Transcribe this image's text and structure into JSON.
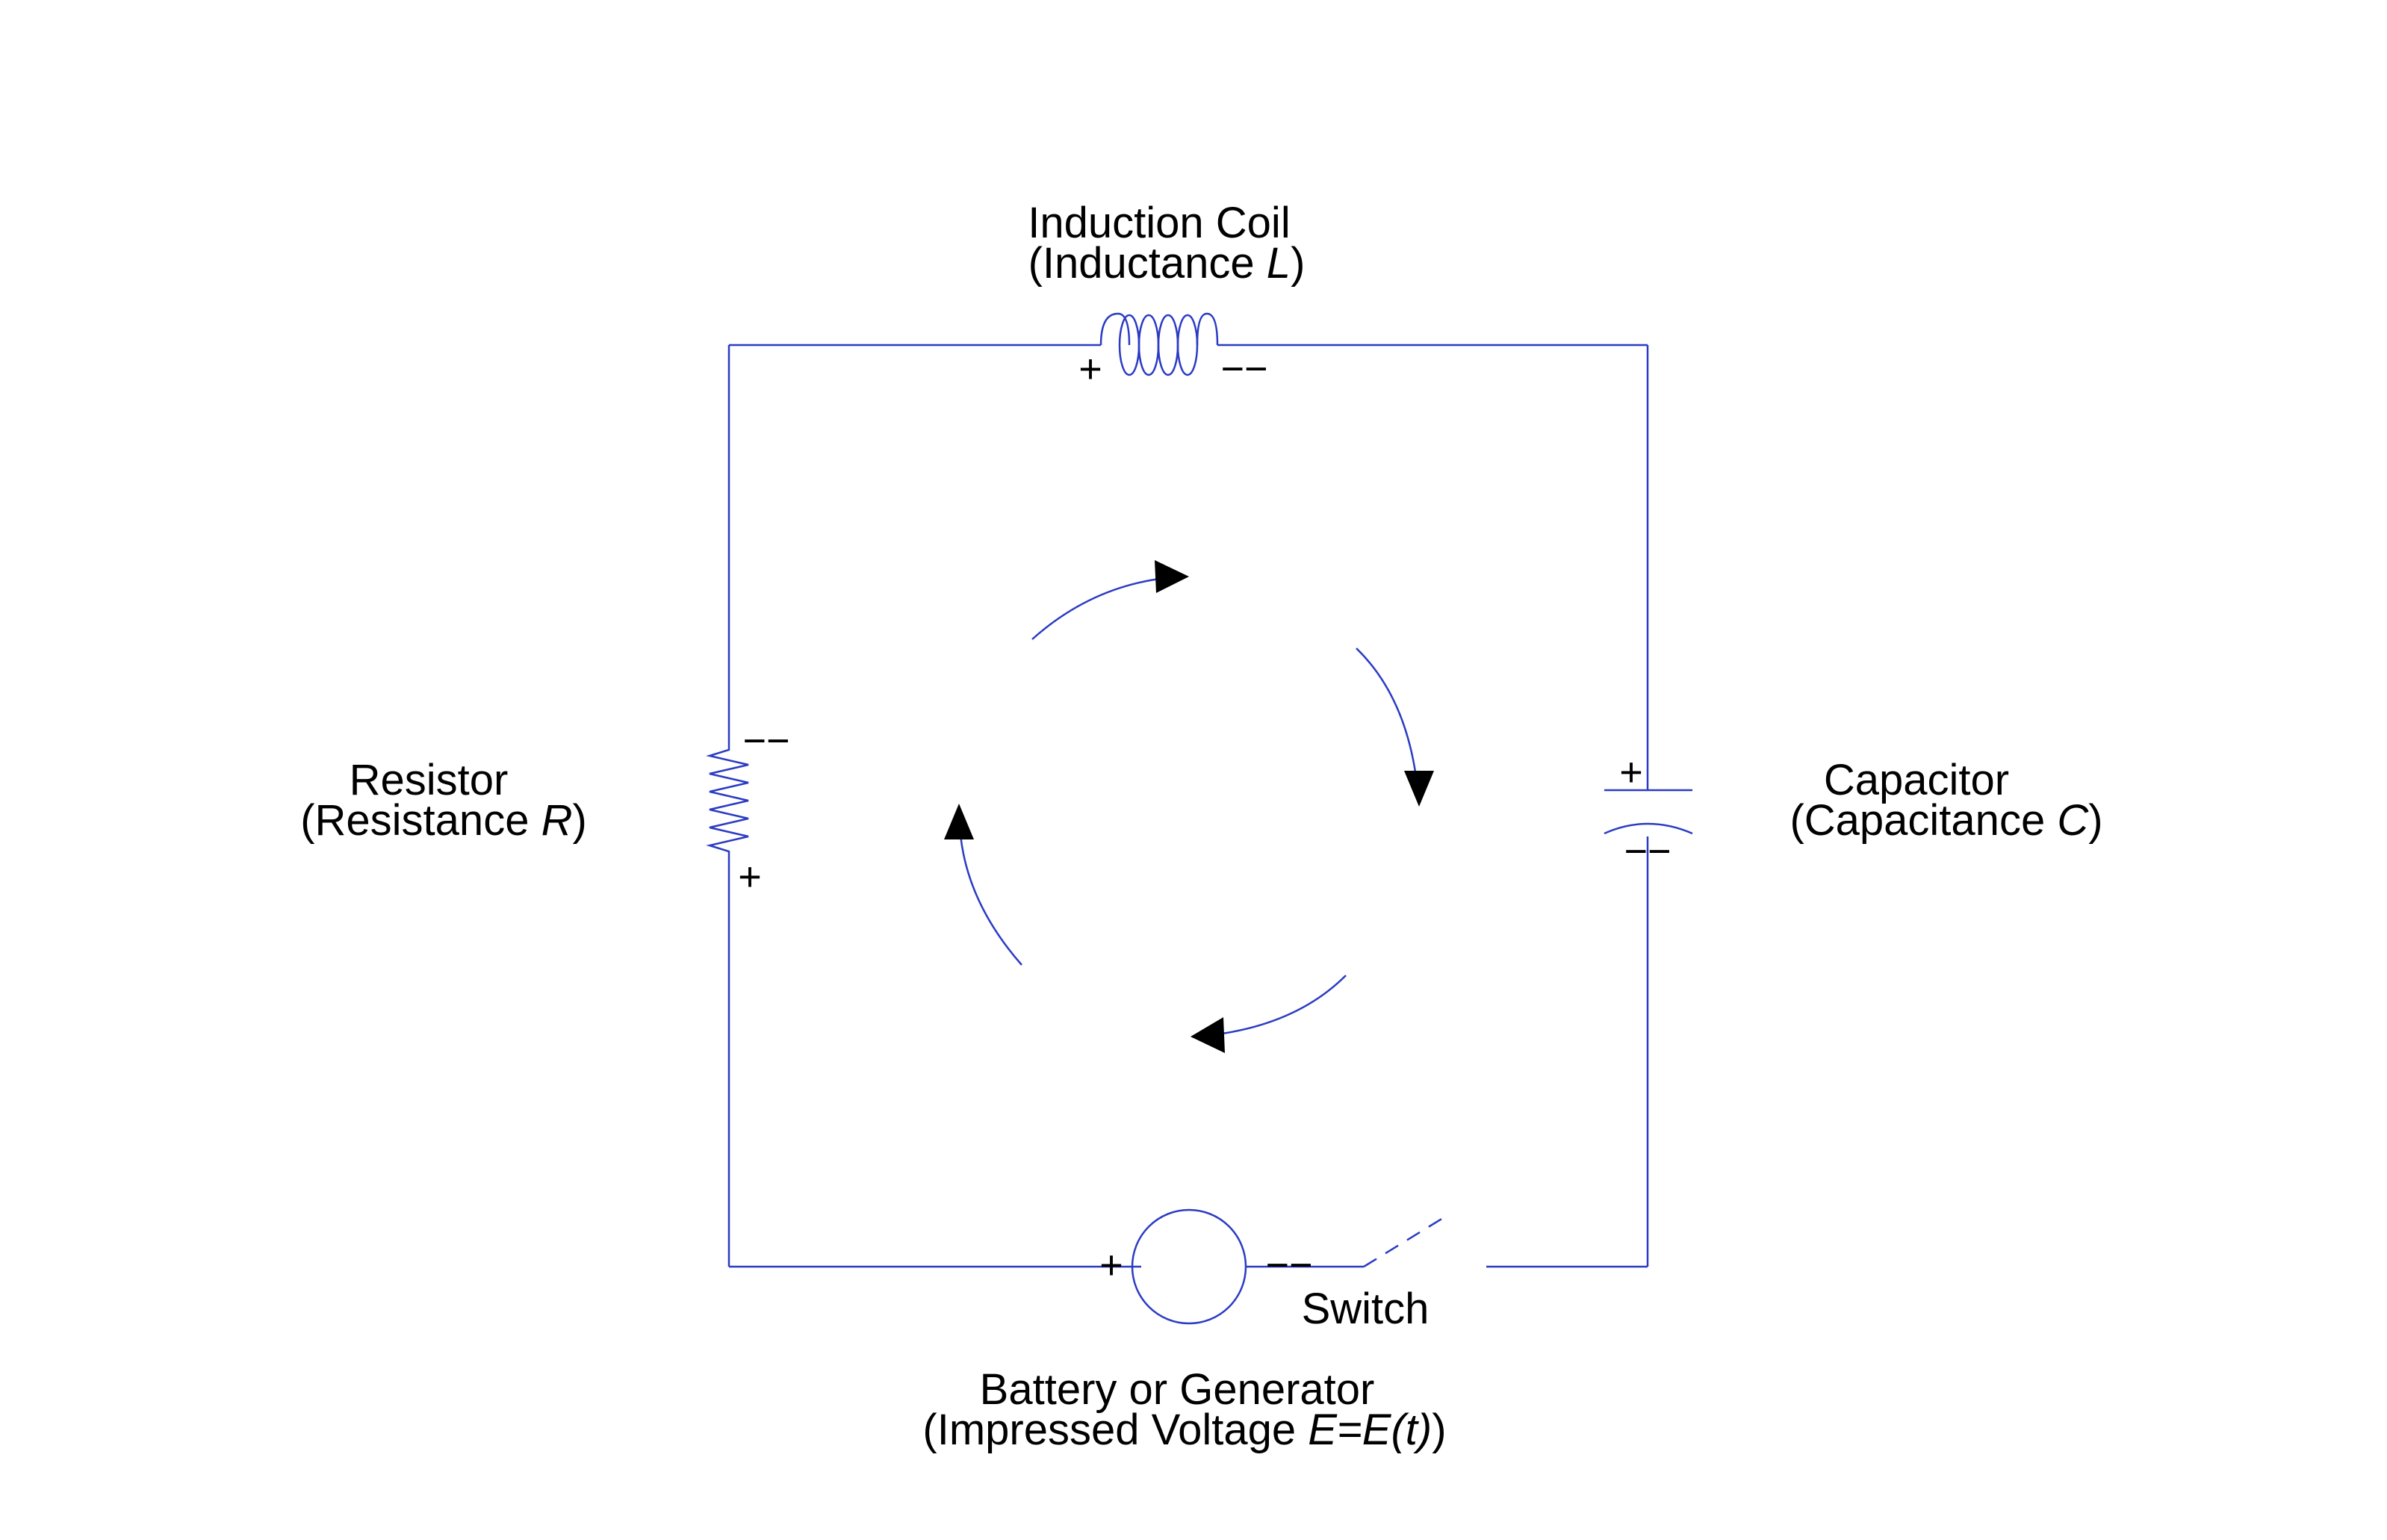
{
  "colors": {
    "wire": "#2b3bc4",
    "text": "#000000",
    "background": "#ffffff"
  },
  "components": {
    "inductor": {
      "name": "Induction Coil",
      "detail_prefix": "(Inductance  ",
      "symbol": "L",
      "detail_suffix": ")",
      "plus": "+",
      "minus": "−−"
    },
    "resistor": {
      "name": "Resistor",
      "detail_prefix": "(Resistance  ",
      "symbol": "R",
      "detail_suffix": ")",
      "plus": "+",
      "minus": "−−"
    },
    "capacitor": {
      "name": "Capacitor",
      "detail_prefix": "(Capacitance  ",
      "symbol": "C",
      "detail_suffix": ")",
      "plus": "+",
      "minus": "−−"
    },
    "source": {
      "name": "Battery or Generator",
      "detail_prefix": "(Impressed Voltage  ",
      "symbol": "E=E(t)",
      "detail_suffix": ")",
      "plus": "+",
      "minus": "−−"
    },
    "switch": {
      "name": "Switch"
    }
  },
  "current_direction": "clockwise",
  "icons": {
    "flow_arrow": "arrowhead-icon"
  }
}
